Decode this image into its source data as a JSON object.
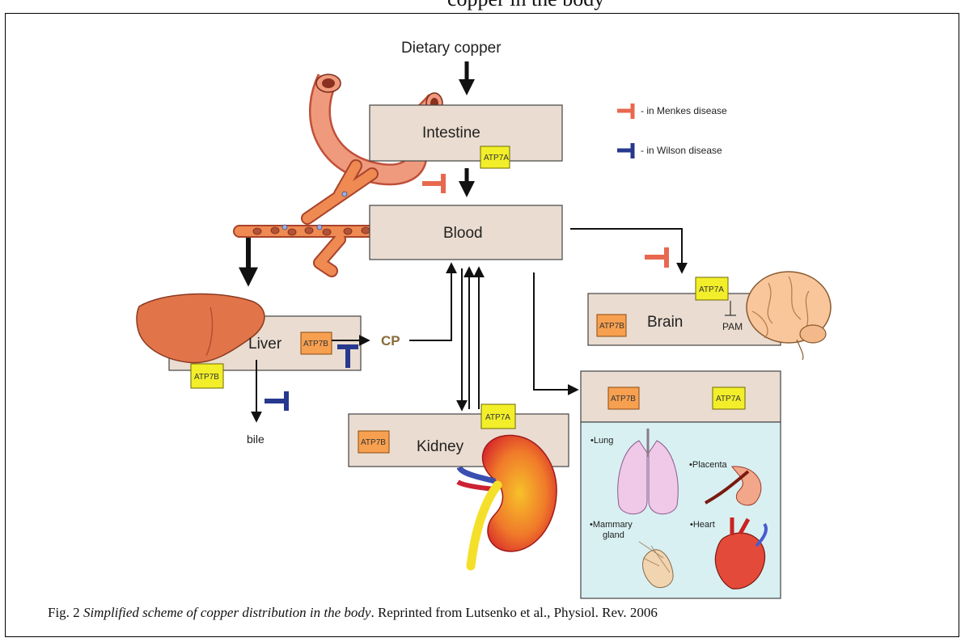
{
  "page_top_text": "copper in the body",
  "diagram": {
    "dietary_copper": "Dietary copper",
    "intestine": "Intestine",
    "blood": "Blood",
    "liver": "Liver",
    "brain": "Brain",
    "kidney": "Kidney",
    "cp": "CP",
    "pam": "PAM",
    "bile": "bile",
    "atp7a": "ATP7A",
    "atp7b": "ATP7B",
    "legend": {
      "menkes": "- in Menkes disease",
      "wilson": "- in Wilson disease",
      "menkes_color": "#e8684f",
      "wilson_color": "#27388f"
    },
    "tissues": {
      "lung": "•Lung",
      "placenta": "•Placenta",
      "mammary_line1": "•Mammary",
      "mammary_line2": "gland",
      "heart": "•Heart"
    }
  },
  "caption": {
    "prefix": "Fig. 2 ",
    "title": "Simplified scheme of copper distribution in the body",
    "suffix": ". Reprinted from Lutsenko et al., Physiol. Rev. 2006"
  }
}
